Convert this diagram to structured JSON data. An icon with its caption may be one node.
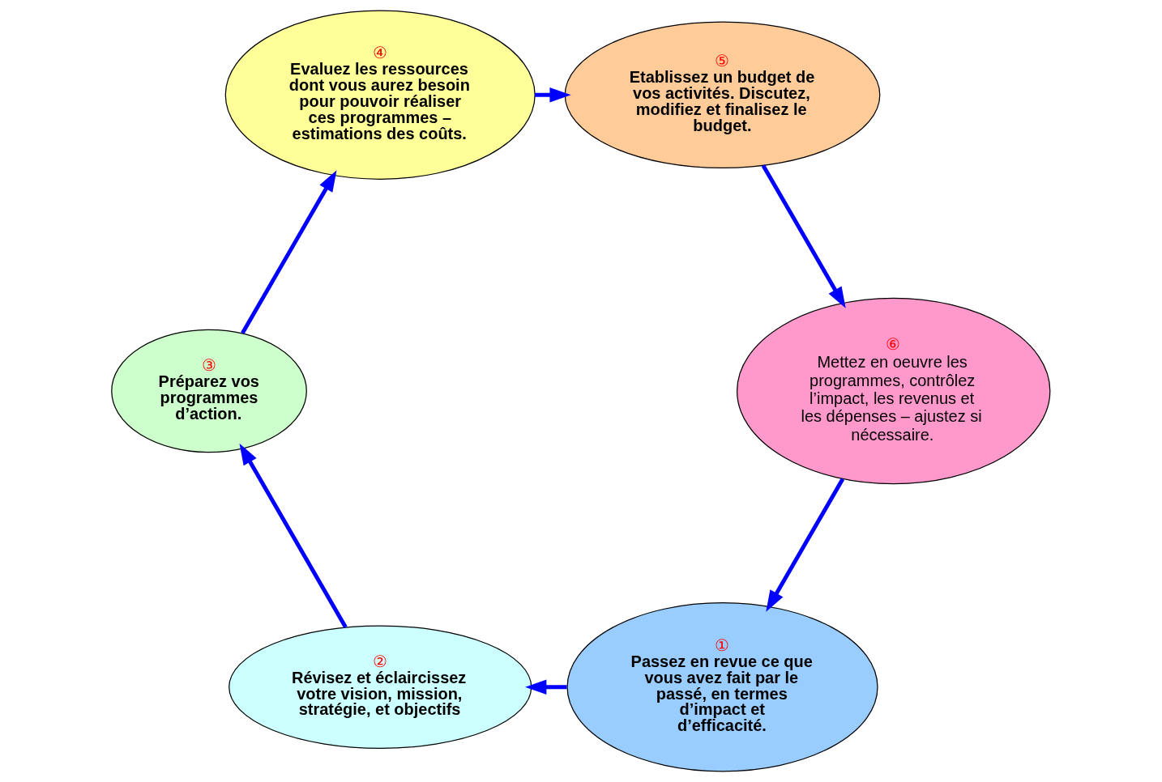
{
  "diagram": {
    "nodes": [
      {
        "text": [
          "①",
          "Passez en revue ce que vous avez fait par le passé, en termes d’impact et d’efficacité."
        ]
      },
      {
        "text": [
          "②",
          "Révisez et éclaircissez votre vision, mission, stratégie, et objectifs"
        ]
      },
      {
        "text": [
          "③",
          "Préparez vos programmes d’action."
        ]
      },
      {
        "text": [
          "④",
          "Evaluez les ressources dont vous aurez besoin pour pouvoir réaliser ces programmes – estimations des coûts."
        ]
      },
      {
        "text": [
          "⑤",
          "Etablissez un budget de vos activités. Discutez, modifiez et finalisez le budget."
        ]
      },
      {
        "text": [
          "⑥",
          "Mettez en oeuvre les programmes, contrôlez l’impact, les revenus et les dépenses – ajustez si nécessaire."
        ]
      }
    ],
    "edges": [
      {
        "from": 0,
        "to": 1,
        "arrow": "to"
      },
      {
        "from": 1,
        "to": 2,
        "arrow": "to"
      },
      {
        "from": 2,
        "to": 3,
        "arrow": "to"
      },
      {
        "from": 3,
        "to": 4,
        "arrow": "to"
      },
      {
        "from": 4,
        "to": 5,
        "arrow": "to"
      },
      {
        "from": 5,
        "to": 0,
        "arrow": "to"
      }
    ]
  }
}
